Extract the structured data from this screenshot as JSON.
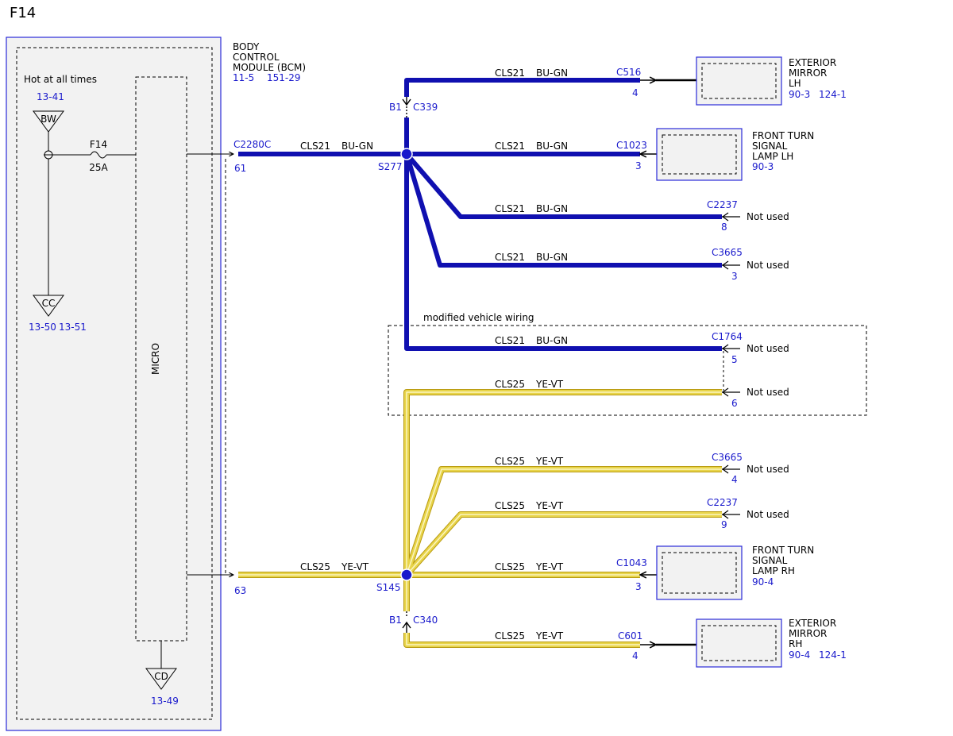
{
  "page_title": "F14",
  "bcm": {
    "name_lines": [
      "BODY",
      "CONTROL",
      "MODULE (BCM)"
    ],
    "refs": [
      "11-5",
      "151-29"
    ],
    "hot_label": "Hot at all times",
    "fuse_ref": "13-41",
    "bw_label": "BW",
    "fuse_name": "F14",
    "fuse_rating": "25A",
    "cc_label": "CC",
    "cc_refs": [
      "13-50",
      "13-51"
    ],
    "micro_label": "MICRO",
    "cd_label": "CD",
    "cd_ref": "13-49"
  },
  "splices": {
    "s277": "S277",
    "s145": "S145"
  },
  "wire_colors": {
    "blue": "#1010b0",
    "yellow": "#e8d44a",
    "yellow_stripe": "#f7ef9a",
    "ref_blue": "#1a1acc",
    "box_fill": "#f2f2f2"
  },
  "connectors": {
    "c2280c_61": {
      "name": "C2280C",
      "pin": "61"
    },
    "c2280c_63": {
      "pin": "63"
    },
    "c339": {
      "name": "C339",
      "pin": "B1"
    },
    "c340": {
      "name": "C340",
      "pin": "B1"
    },
    "c516": {
      "name": "C516",
      "pin": "4"
    },
    "c1023": {
      "name": "C1023",
      "pin": "3"
    },
    "c2237_8": {
      "name": "C2237",
      "pin": "8"
    },
    "c3665_3": {
      "name": "C3665",
      "pin": "3"
    },
    "c1764_5": {
      "name": "C1764",
      "pin": "5"
    },
    "c1764_6": {
      "pin": "6"
    },
    "c3665_4": {
      "name": "C3665",
      "pin": "4"
    },
    "c2237_9": {
      "name": "C2237",
      "pin": "9"
    },
    "c1043": {
      "name": "C1043",
      "pin": "3"
    },
    "c601": {
      "name": "C601",
      "pin": "4"
    }
  },
  "wires": {
    "bcm_blue": {
      "circuit": "CLS21",
      "color": "BU-GN"
    },
    "bcm_yellow": {
      "circuit": "CLS25",
      "color": "YE-VT"
    },
    "mirror_lh": {
      "circuit": "CLS21",
      "color": "BU-GN"
    },
    "turn_lh": {
      "circuit": "CLS21",
      "color": "BU-GN"
    },
    "c2237_blue": {
      "circuit": "CLS21",
      "color": "BU-GN"
    },
    "c3665_blue": {
      "circuit": "CLS21",
      "color": "BU-GN"
    },
    "c1764_blue": {
      "circuit": "CLS21",
      "color": "BU-GN"
    },
    "c1764_yellow": {
      "circuit": "CLS25",
      "color": "YE-VT"
    },
    "c3665_yellow": {
      "circuit": "CLS25",
      "color": "YE-VT"
    },
    "c2237_yellow": {
      "circuit": "CLS25",
      "color": "YE-VT"
    },
    "turn_rh": {
      "circuit": "CLS25",
      "color": "YE-VT"
    },
    "mirror_rh": {
      "circuit": "CLS25",
      "color": "YE-VT"
    }
  },
  "not_used": "Not used",
  "modified_wiring_label": "modified vehicle wiring",
  "components": {
    "mirror_lh": {
      "lines": [
        "EXTERIOR",
        "MIRROR",
        "LH"
      ],
      "refs": [
        "90-3",
        "124-1"
      ]
    },
    "turn_lh": {
      "lines": [
        "FRONT TURN",
        "SIGNAL",
        "LAMP LH"
      ],
      "refs": [
        "90-3"
      ]
    },
    "turn_rh": {
      "lines": [
        "FRONT TURN",
        "SIGNAL",
        "LAMP RH"
      ],
      "refs": [
        "90-4"
      ]
    },
    "mirror_rh": {
      "lines": [
        "EXTERIOR",
        "MIRROR",
        "RH"
      ],
      "refs": [
        "90-4",
        "124-1"
      ]
    }
  }
}
